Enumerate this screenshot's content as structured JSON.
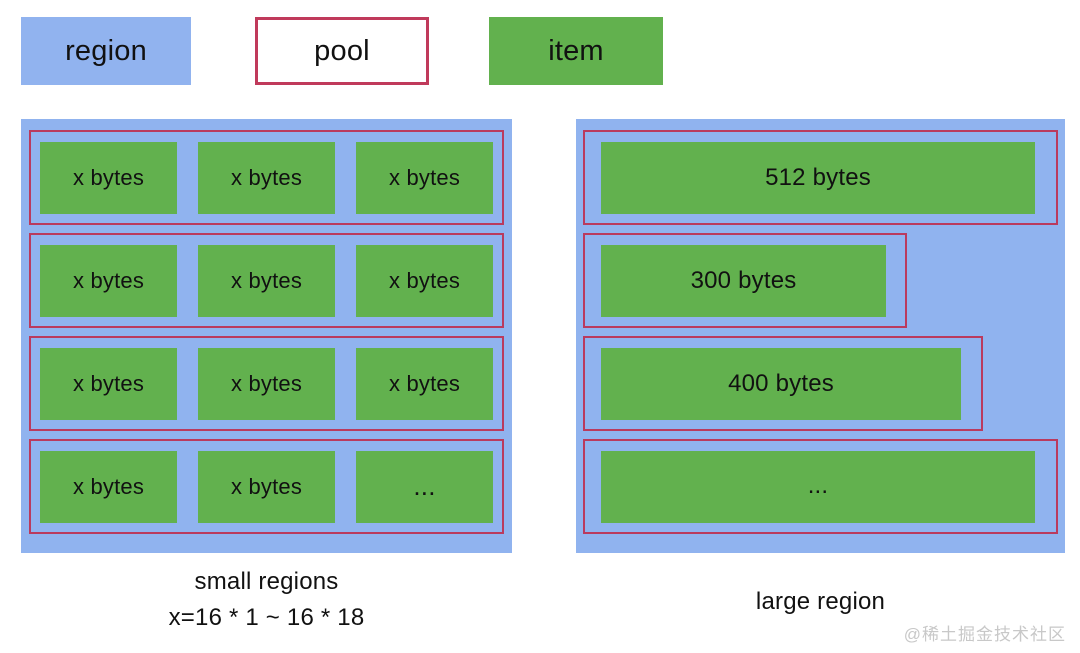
{
  "legend": {
    "items": [
      {
        "key": "region",
        "label": "region",
        "style": "filled-blue",
        "fill": "#90b3ef",
        "border": "none"
      },
      {
        "key": "pool",
        "label": "pool",
        "style": "outlined",
        "fill": "#ffffff",
        "border": "#c03a5b"
      },
      {
        "key": "item",
        "label": "item",
        "style": "filled-green",
        "fill": "#62b14e",
        "border": "none"
      }
    ]
  },
  "colors": {
    "region_fill": "#90b3ef",
    "pool_border": "#ba3a5e",
    "item_fill": "#62b14e",
    "background": "#ffffff",
    "text": "#111111",
    "watermark": "#c8c8c8"
  },
  "diagram": {
    "panels": [
      {
        "key": "small-regions",
        "caption_line1": "small regions",
        "caption_line2": "x=16 * 1 ~ 16 * 18",
        "pools": [
          {
            "items": [
              "x bytes",
              "x bytes",
              "x bytes"
            ]
          },
          {
            "items": [
              "x bytes",
              "x bytes",
              "x bytes"
            ]
          },
          {
            "items": [
              "x bytes",
              "x bytes",
              "x bytes"
            ]
          },
          {
            "items": [
              "x bytes",
              "x bytes",
              "..."
            ]
          }
        ]
      },
      {
        "key": "large-region",
        "caption_line1": "large region",
        "pools": [
          {
            "items": [
              "512 bytes"
            ]
          },
          {
            "items": [
              "300 bytes"
            ]
          },
          {
            "items": [
              "400 bytes"
            ]
          },
          {
            "items": [
              "..."
            ]
          }
        ]
      }
    ]
  },
  "watermark": {
    "text": "@稀土掘金技术社区"
  }
}
